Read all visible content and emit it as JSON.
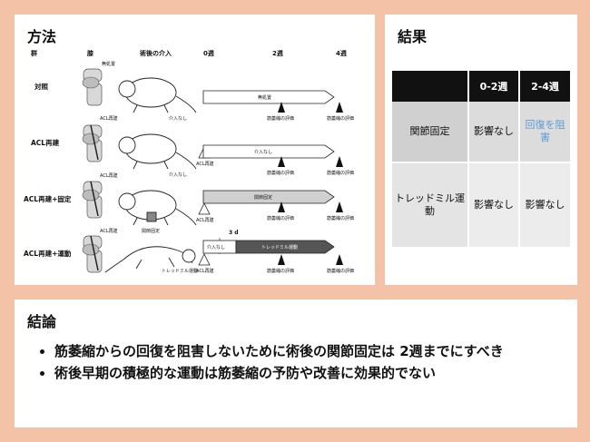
{
  "method": {
    "title": "方法",
    "col_heads": {
      "group": "群",
      "knee": "膝",
      "intervention": "術後の介入",
      "w0": "0週",
      "w2": "2週",
      "w4": "4週"
    },
    "rows": [
      {
        "label": "対照",
        "note": "無処置",
        "bar": "無処置",
        "eval2": "筋萎縮の評価",
        "eval4": "筋萎縮の評価",
        "mouse_note": "介入なし"
      },
      {
        "label": "ACL再建",
        "note": "ACL再建",
        "bar": "介入なし",
        "start": "ACL再建",
        "eval2": "筋萎縮の評価",
        "eval4": "筋萎縮の評価",
        "mouse_note": "介入なし"
      },
      {
        "label": "ACL再建+固定",
        "note": "ACL再建",
        "bar": "関節固定",
        "start": "ACL再建",
        "eval2": "筋萎縮の評価",
        "eval4": "筋萎縮の評価",
        "mouse_note": "関節固定"
      },
      {
        "label": "ACL再建+運動",
        "note": "ACL再建",
        "bar_pre": "介入なし",
        "bar": "トレッドミル運動",
        "span": "3 d",
        "start": "ACL再建",
        "eval2": "筋萎縮の評価",
        "eval4": "筋萎縮の評価",
        "mouse_note": "トレッドミル運動"
      }
    ]
  },
  "results": {
    "title": "結果",
    "headers": [
      "",
      "0-2週",
      "2-4週"
    ],
    "rows": [
      {
        "label": "関節固定",
        "c1": "影響なし",
        "c2": "回復を阻害"
      },
      {
        "label": "トレッドミル運動",
        "c1": "影響なし",
        "c2": "影響なし"
      }
    ],
    "highlight_color": "#5b9bd5"
  },
  "conclusion": {
    "title": "結論",
    "items": [
      "筋萎縮からの回復を阻害しないために術後の関節固定は 2週までにすべき",
      "術後早期の積極的な運動は筋萎縮の予防や改善に効果的でない"
    ]
  },
  "colors": {
    "background": "#f4c2a6",
    "panel": "#ffffff",
    "table_header": "#111111"
  }
}
